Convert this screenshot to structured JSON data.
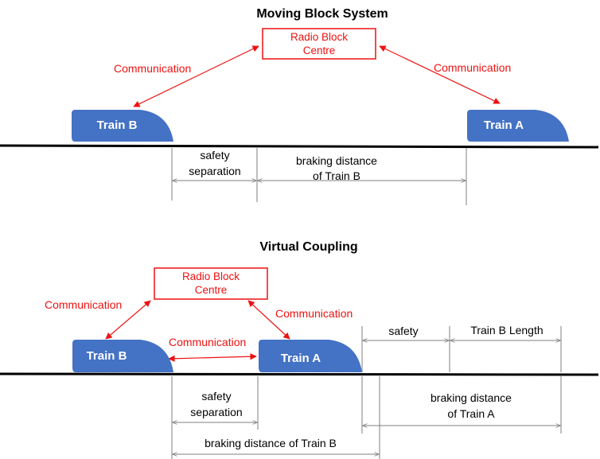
{
  "colors": {
    "train": "#4472c4",
    "communication": "#ee1111",
    "track": "#000000",
    "guide": "#7f7f7f"
  },
  "moving_block": {
    "title": "Moving Block System",
    "rbc": [
      "Radio Block",
      "Centre"
    ],
    "comm_left": "Communication",
    "comm_right": "Communication",
    "train_b": "Train B",
    "train_a": "Train A",
    "safety_separation": [
      "safety",
      "separation"
    ],
    "braking_distance": [
      "braking distance",
      "of Train B"
    ]
  },
  "virtual_coupling": {
    "title": "Virtual Coupling",
    "rbc": [
      "Radio Block",
      "Centre"
    ],
    "comm_left": "Communication",
    "comm_right": "Communication",
    "comm_between": "Communication",
    "train_b": "Train B",
    "train_a": "Train A",
    "safety": "safety",
    "train_b_length": "Train B Length",
    "safety_separation": [
      "safety",
      "separation"
    ],
    "braking_distance_a": [
      "braking distance",
      "of Train A"
    ],
    "braking_distance_b": "braking distance of Train B"
  }
}
